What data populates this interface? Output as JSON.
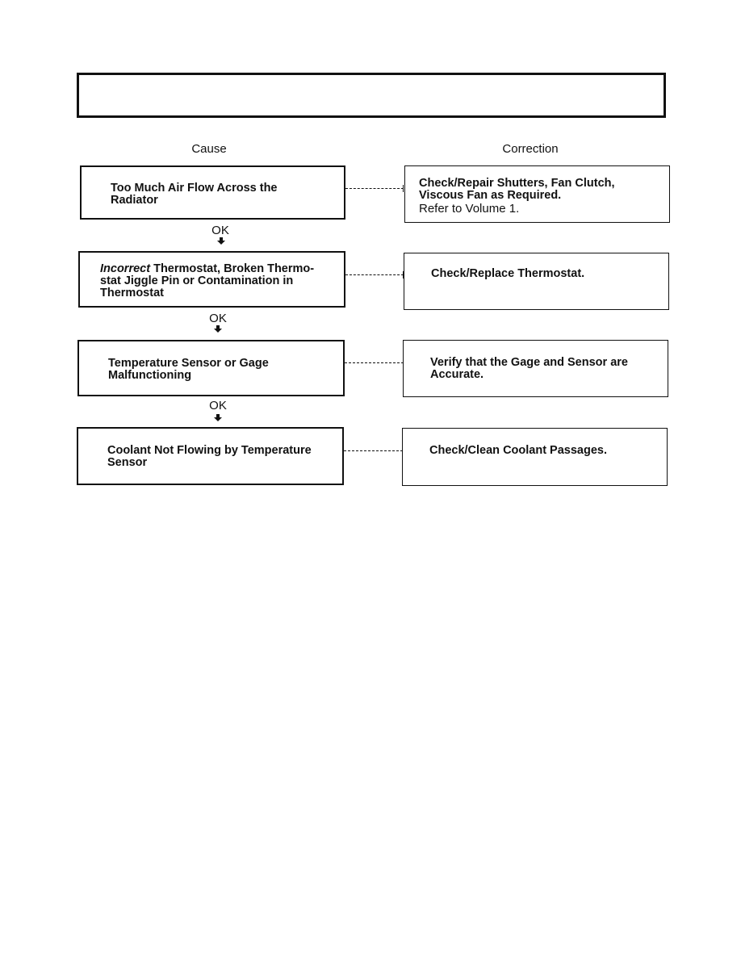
{
  "header": {
    "title": ""
  },
  "columns": {
    "cause": "Cause",
    "correction": "Correction"
  },
  "steps": [
    {
      "cause": [
        "Too Much Air Flow Across the",
        "Radiator"
      ],
      "correction": [
        "Check/Repair Shutters, Fan Clutch,",
        "Viscous Fan as Required.",
        "Refer to Volume 1."
      ]
    },
    {
      "cause": [
        "Incorrect Thermostat, Broken Thermo-",
        "stat Jiggle Pin or Contamination in",
        "Thermostat"
      ],
      "correction": [
        "Check/Replace Thermostat."
      ]
    },
    {
      "cause": [
        "Temperature Sensor or Gage",
        "Malfunctioning"
      ],
      "correction": [
        "Verify that the Gage and Sensor are",
        "Accurate."
      ]
    },
    {
      "cause": [
        "Coolant Not Flowing by Temperature",
        "Sensor"
      ],
      "correction": [
        "Check/Clean Coolant Passages."
      ]
    }
  ],
  "connectors": [
    {
      "label": "OK"
    },
    {
      "label": "OK"
    },
    {
      "label": "OK"
    }
  ]
}
